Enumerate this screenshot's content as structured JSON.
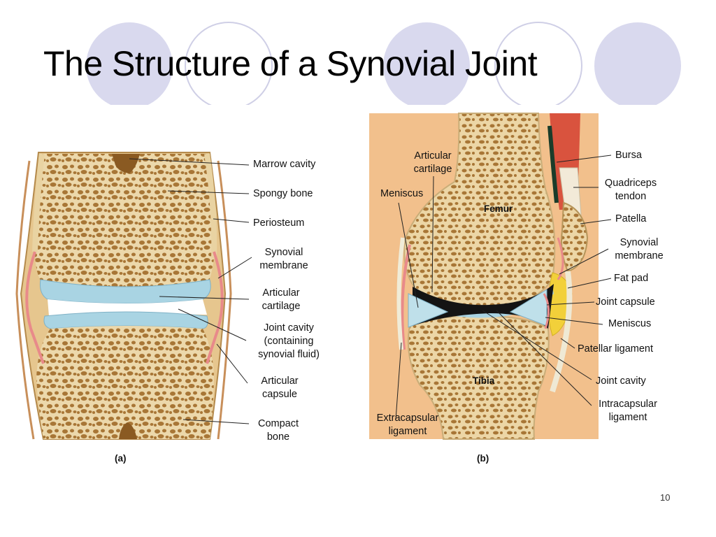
{
  "slide": {
    "title": "The Structure of a Synovial Joint",
    "page_number": "10"
  },
  "colors": {
    "circle_fill": "#d9d9ee",
    "circle_stroke": "#c9c9e3",
    "bone": "#e9d3a2",
    "bone_pore": "#a87636",
    "cartilage": "#a9d4e3",
    "synovial_membrane": "#e88a8a",
    "skin": "#f2c08c",
    "joint_cavity_dark": "#141414"
  },
  "figure_a": {
    "caption": "(a)",
    "labels": {
      "marrow_cavity": "Marrow cavity",
      "spongy_bone": "Spongy bone",
      "periosteum": "Periosteum",
      "synovial_membrane": "Synovial\nmembrane",
      "articular_cartilage": "Articular\ncartilage",
      "joint_cavity": "Joint cavity\n(containing\nsynovial fluid)",
      "articular_capsule": "Articular\ncapsule",
      "compact_bone": "Compact\nbone"
    }
  },
  "figure_b": {
    "caption": "(b)",
    "labels": {
      "femur": "Femur",
      "tibia": "Tibia",
      "articular_cartilage": "Articular\ncartilage",
      "meniscus_left": "Meniscus",
      "bursa": "Bursa",
      "quadriceps_tendon": "Quadriceps\ntendon",
      "patella": "Patella",
      "synovial_membrane": "Synovial\nmembrane",
      "fat_pad": "Fat pad",
      "joint_capsule": "Joint capsule",
      "meniscus_right": "Meniscus",
      "patellar_ligament": "Patellar ligament",
      "joint_cavity": "Joint cavity",
      "intracapsular_ligament": "Intracapsular\nligament",
      "extracapsular_ligament": "Extracapsular\nligament"
    }
  }
}
